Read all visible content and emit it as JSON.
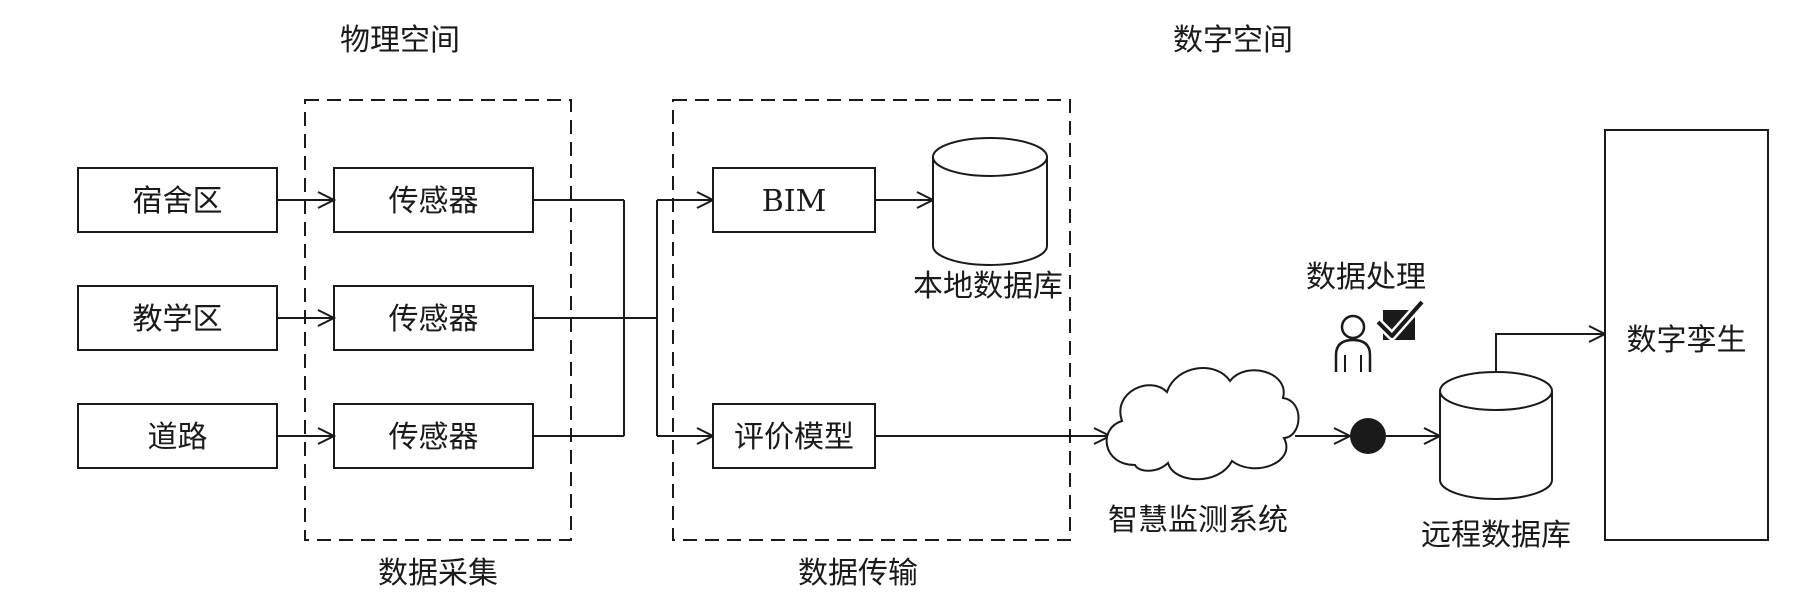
{
  "header": {
    "physical_space": "物理空间",
    "digital_space": "数字空间"
  },
  "sources": {
    "dormitory": "宿舍区",
    "teaching": "教学区",
    "road": "道路"
  },
  "sensors": {
    "sensor_1": "传感器",
    "sensor_2": "传感器",
    "sensor_3": "传感器"
  },
  "transmission": {
    "bim": "BIM",
    "evaluation_model": "评价模型",
    "local_database": "本地数据库"
  },
  "group_labels": {
    "data_collection": "数据采集",
    "data_transmission": "数据传输"
  },
  "system": {
    "monitoring_system": "智慧监测系统",
    "data_processing": "数据处理",
    "remote_database": "远程数据库",
    "digital_twin": "数字孪生"
  },
  "colors": {
    "stroke": "#1a1a1a",
    "background": "#ffffff"
  }
}
